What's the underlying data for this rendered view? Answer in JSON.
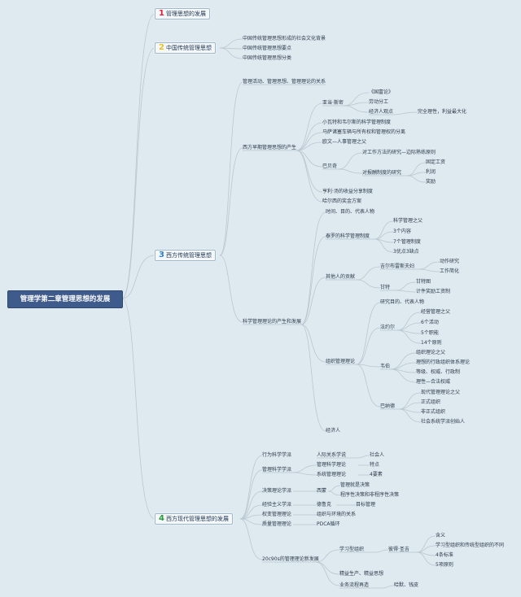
{
  "colors": {
    "background": "#dfe9f0",
    "root_fill": "#3f5b8c",
    "line": "#b9c7d0",
    "num1": "#e0203a",
    "num2": "#e8c020",
    "num3": "#2a7fd0",
    "num4": "#2a9a3a"
  },
  "root": "管理学第二章管理思想的发展",
  "b1": {
    "num": "1",
    "label": "管理思想的发展"
  },
  "b2": {
    "num": "2",
    "label": "中国传统管理思想",
    "items": [
      "中国传统管理思想形成的社会文化背景",
      "中国传统管理思想要点",
      "中国传统管理思想分类"
    ]
  },
  "b3": {
    "num": "3",
    "label": "西方传统管理思想",
    "c1": "管理活动、管理思想、管理理论的关系",
    "early": {
      "label": "西方早期管理思想的产生",
      "smith": {
        "label": "亚当·斯密",
        "items": [
          "《国富论》",
          "劳动分工",
          "经济人观点"
        ],
        "econ_note": "完全理性，利益最大化"
      },
      "items": [
        "小瓦特和韦尔斯的科学管理制度",
        "马萨诸塞车辆与所有权和管理权的分离",
        "欧文—人事管理之父"
      ],
      "babbage": {
        "label": "巴贝奇",
        "a": "对工作方法的研究—边际熟练原则",
        "b": "对报酬制度的研究",
        "pay": [
          "固定工资",
          "利润",
          "奖励"
        ]
      },
      "tail": [
        "亨利·汤的收益分享制度",
        "哈尔西的奖金方案"
      ]
    },
    "sci": {
      "label": "科学管理理论的产生和发展",
      "top": "时间、目的、代表人物",
      "taylor": {
        "label": "泰罗的科学管理制度",
        "items": [
          "科学管理之父",
          "3个内容",
          "7个管理制度",
          "3优点3缺点"
        ]
      },
      "others": {
        "label": "其他人的贡献",
        "gil": "吉尔布雷斯夫妇",
        "gil_items": [
          "动作研究",
          "工作简化"
        ],
        "gantt": "甘特",
        "gantt_items": [
          "甘特图",
          "计件奖励工资制"
        ]
      },
      "org": {
        "label": "组织管理理论",
        "top": "研究目的、代表人物",
        "fayol": {
          "label": "法约尔",
          "items": [
            "经营管理之父",
            "6个活动",
            "5个职能",
            "14个原则"
          ]
        },
        "weber": {
          "label": "韦伯",
          "items": [
            "组织理论之父",
            "理想的行政组织体系理论",
            "等级、权威、行政制",
            "理性—合法权威"
          ]
        },
        "barnard": {
          "label": "巴纳德",
          "items": [
            "现代管理理论之父",
            "正式组织",
            "非正式组织",
            "社会系统学派创始人"
          ]
        }
      },
      "econ": "经济人"
    }
  },
  "b4": {
    "num": "4",
    "label": "西方现代管理思想的发展",
    "schools": [
      {
        "label": "行为科学学派",
        "sub": "人际关系学说",
        "note": "社会人"
      },
      {
        "label": "管理科学学派",
        "subs": [
          {
            "label": "管理科学理论",
            "note": "特点"
          },
          {
            "label": "系统管理理论",
            "note": "4要素"
          }
        ]
      },
      {
        "label": "决策理论学派",
        "sub": "西蒙",
        "notes": [
          "管理就是决策",
          "程序性决策和非程序性决策"
        ]
      },
      {
        "label": "经验主义学派",
        "sub": "德鲁克",
        "note": "目标管理"
      },
      {
        "label": "权变管理理论",
        "sub": "组织与环境的关系"
      },
      {
        "label": "质量管理理论",
        "sub": "PDCA循环"
      }
    ],
    "era": {
      "label": "20c90s的管理理论新发展",
      "lo": "学习型组织",
      "senge": "彼得·圣吉",
      "lo_items": [
        "含义",
        "学习型组织和传统型组织的不同",
        "4条标准",
        "5项原则"
      ],
      "lean": "精益生产、精益思想",
      "bpr": "业务流程再造",
      "bpr_note": "哈默、钱皮"
    }
  }
}
